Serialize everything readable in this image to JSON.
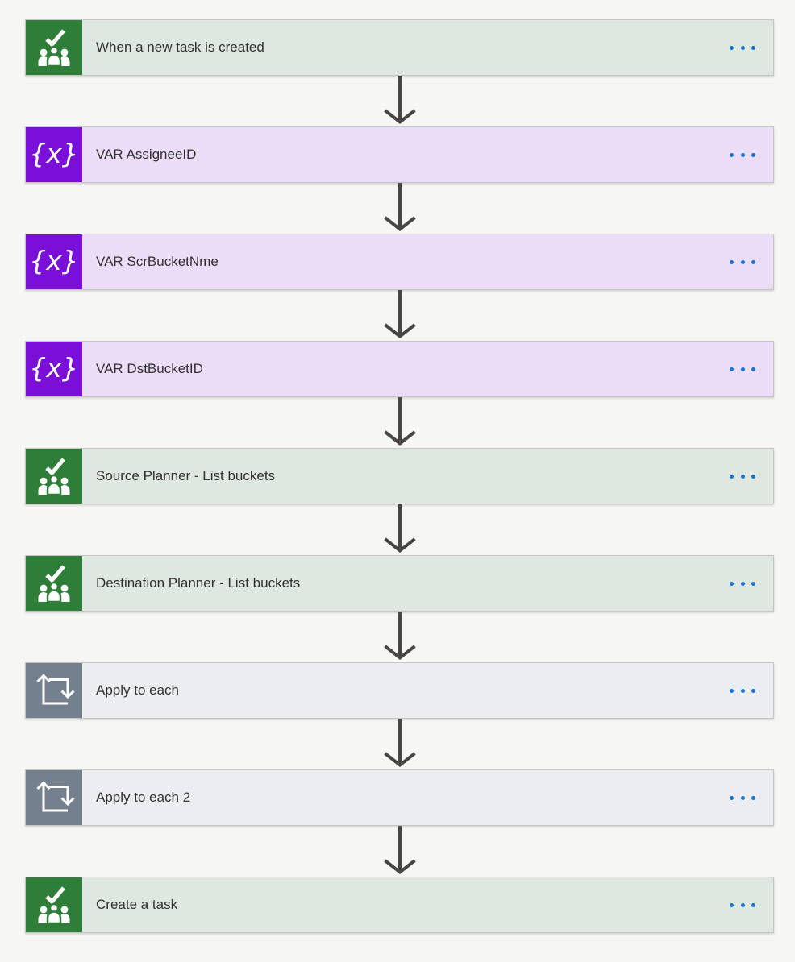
{
  "app": {
    "name": "flow-designer-canvas"
  },
  "colors": {
    "page_background": "#f6f6f5",
    "planner_icon_bg": "#2e7d38",
    "planner_card_bg": "#dfe8e0",
    "variable_icon_bg": "#7a10d8",
    "variable_card_bg": "#ebdcf7",
    "control_icon_bg": "#75808e",
    "control_card_bg": "#ebedf1",
    "ellipsis_dots": "#1673d1",
    "connector_arrow": "#494542",
    "title_text": "#323130",
    "card_border": "#c8c6c4",
    "icon_glyph": "#ffffff"
  },
  "icons": {
    "planner": "planner-check-people-icon",
    "variable": "variable-x-icon",
    "control": "apply-to-each-loop-icon",
    "menu": "ellipsis-icon",
    "connector": "arrow-down-icon"
  },
  "flow": {
    "variable_icon_glyph": "{x}",
    "steps": [
      {
        "title": "When a new task is created",
        "type": "planner"
      },
      {
        "title": "VAR AssigneeID",
        "type": "variable"
      },
      {
        "title": "VAR ScrBucketNme",
        "type": "variable"
      },
      {
        "title": "VAR DstBucketID",
        "type": "variable"
      },
      {
        "title": "Source Planner - List buckets",
        "type": "planner"
      },
      {
        "title": "Destination Planner - List buckets",
        "type": "planner"
      },
      {
        "title": "Apply to each",
        "type": "control"
      },
      {
        "title": "Apply to each 2",
        "type": "control"
      },
      {
        "title": "Create a task",
        "type": "planner"
      }
    ]
  }
}
